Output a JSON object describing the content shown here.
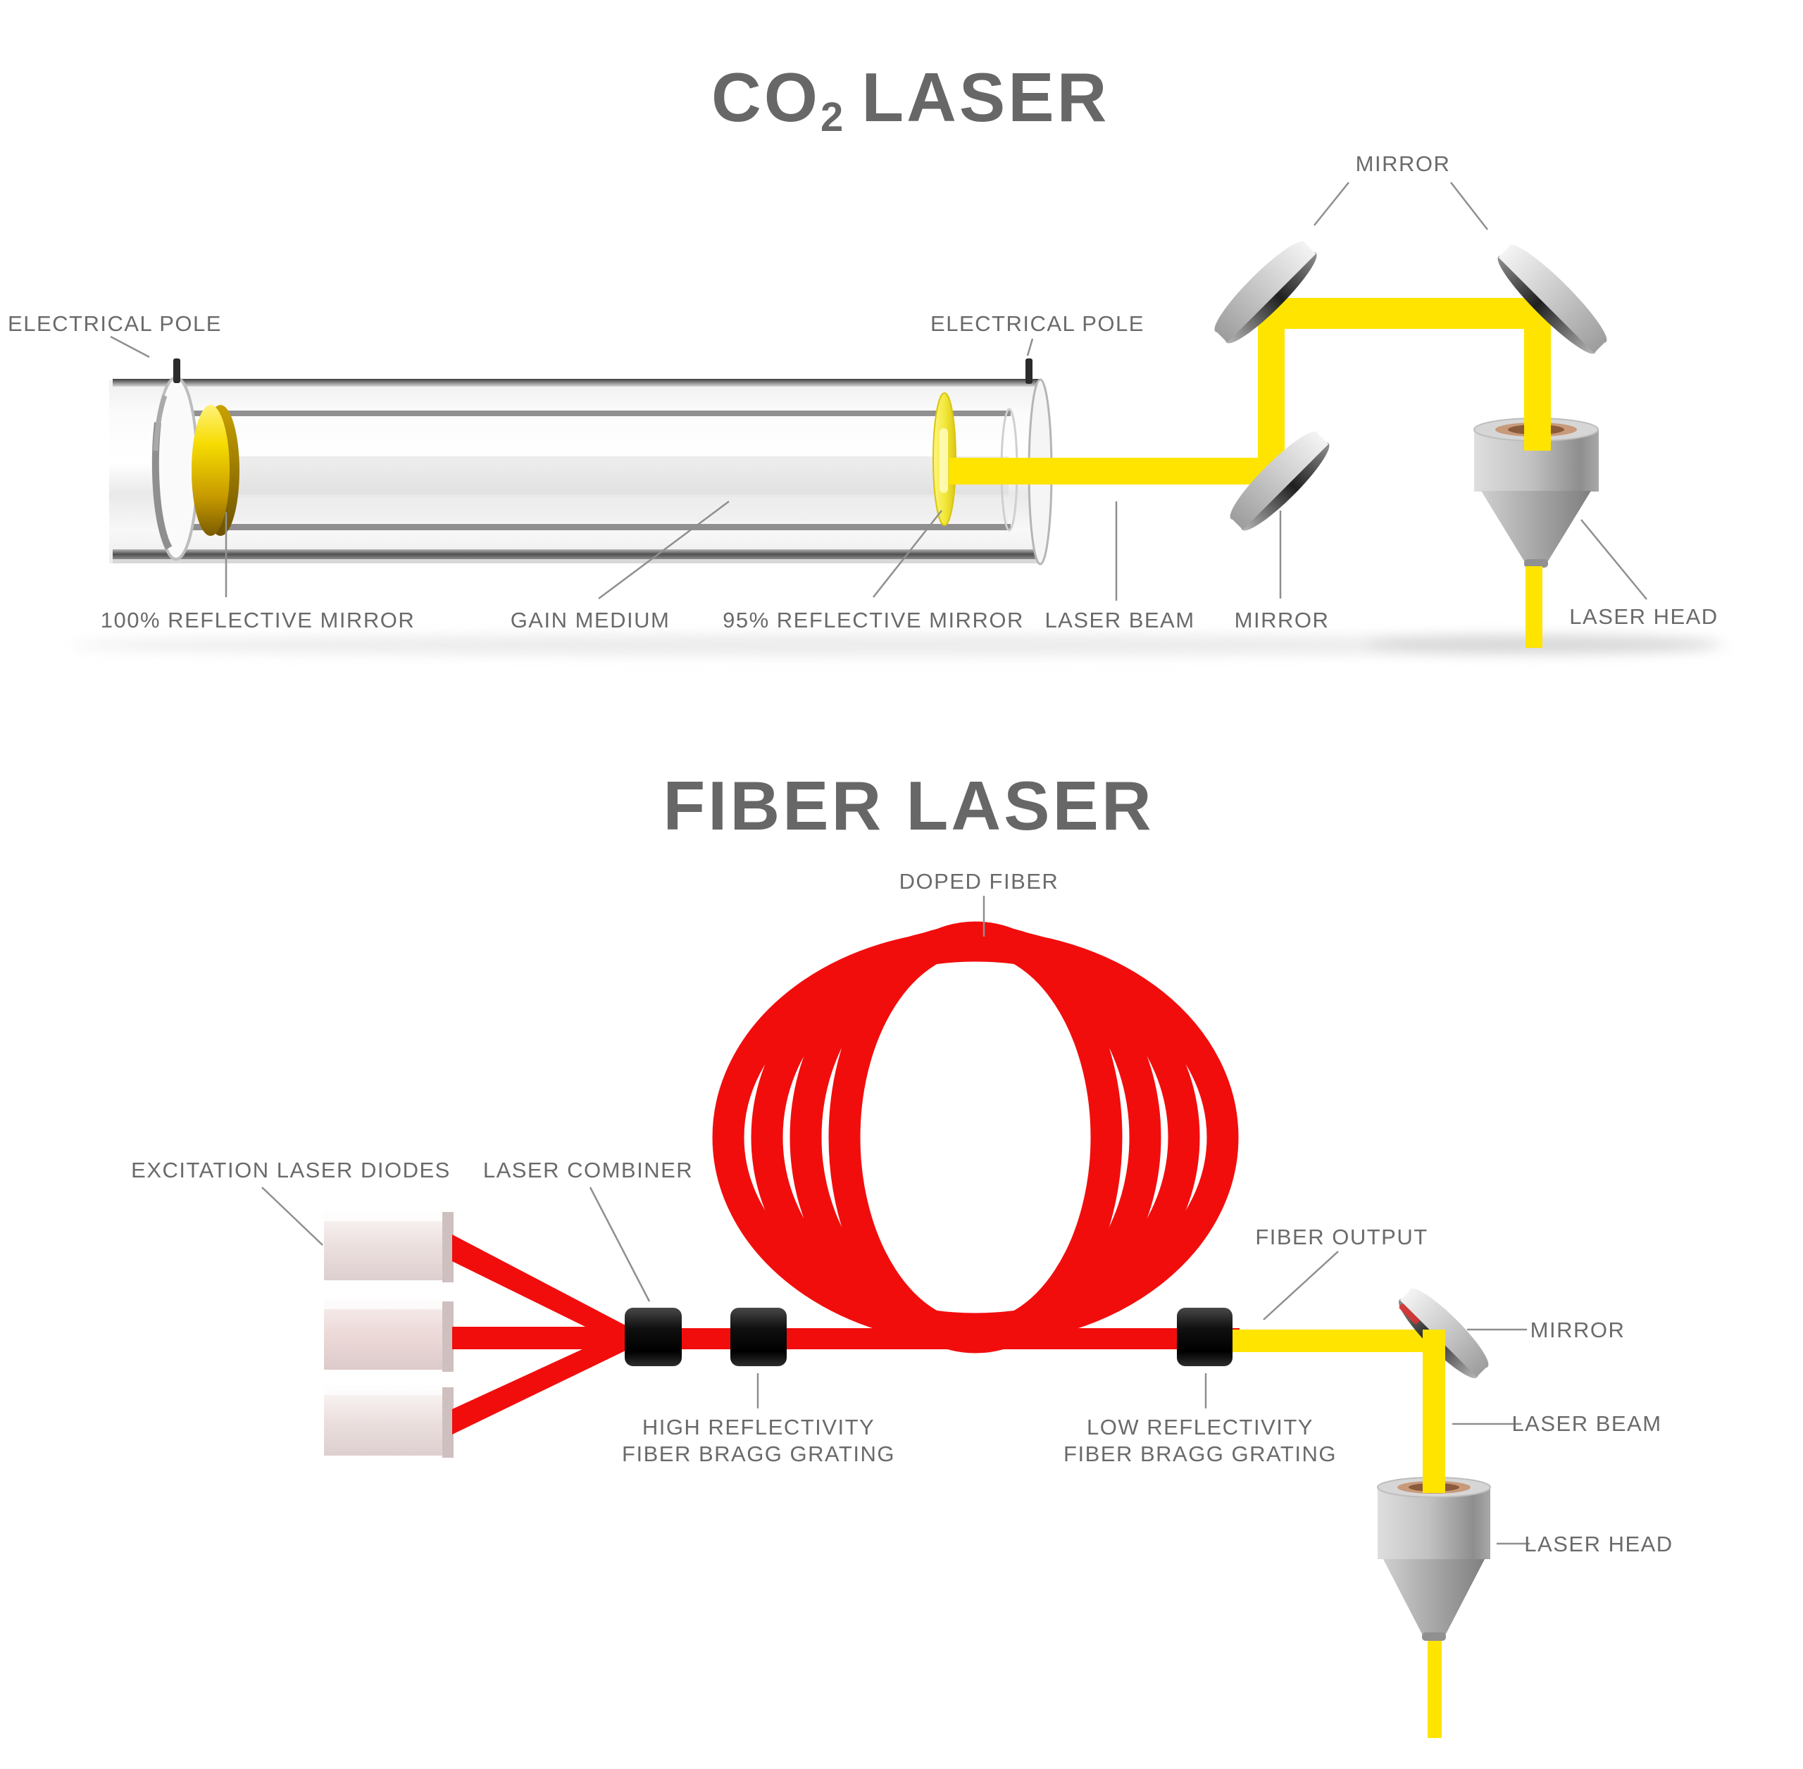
{
  "colors": {
    "beam_yellow": "#FFE400",
    "fiber_red": "#F20D0D",
    "label_gray": "#6A6A6A",
    "title_gray": "#676767",
    "leader_gray": "#8F8F8F",
    "gold_mirror": "#F6DC00",
    "output_mirror_yellow": "#F3E93C",
    "grating_black": "#141414",
    "head_silver": "#B5B5B5"
  },
  "co2": {
    "title": {
      "main": "CO",
      "sub": "2",
      "rest": "LASER"
    },
    "labels": {
      "electrical_pole_left": "ELECTRICAL POLE",
      "electrical_pole_right": "ELECTRICAL POLE",
      "mirror_top": "MIRROR",
      "reflective_100": "100% REFLECTIVE MIRROR",
      "gain_medium": "GAIN MEDIUM",
      "reflective_95": "95% REFLECTIVE MIRROR",
      "laser_beam": "LASER BEAM",
      "mirror_bottom": "MIRROR",
      "laser_head": "LASER HEAD"
    }
  },
  "fiber": {
    "title": "FIBER LASER",
    "labels": {
      "doped_fiber": "DOPED FIBER",
      "excitation_diodes": "EXCITATION LASER DIODES",
      "laser_combiner": "LASER COMBINER",
      "high_fbg_line1": "HIGH REFLECTIVITY",
      "high_fbg_line2": "FIBER BRAGG GRATING",
      "low_fbg_line1": "LOW REFLECTIVITY",
      "low_fbg_line2": "FIBER BRAGG GRATING",
      "fiber_output": "FIBER OUTPUT",
      "mirror": "MIRROR",
      "laser_beam": "LASER BEAM",
      "laser_head": "LASER HEAD"
    }
  }
}
